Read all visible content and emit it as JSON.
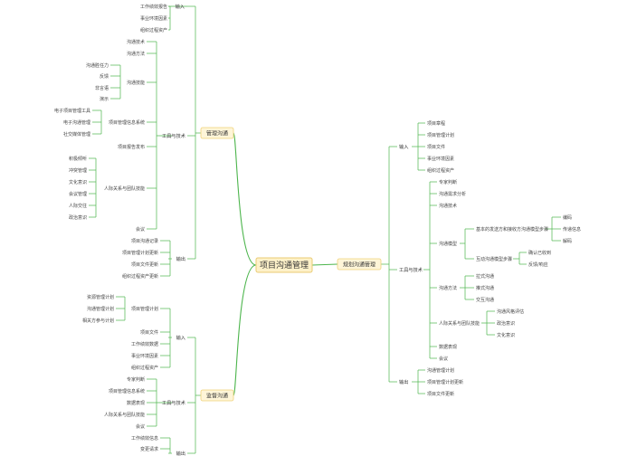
{
  "root": "项目沟通管理",
  "branches": {
    "plan": {
      "label": "规划沟通管理",
      "input": {
        "label": "输入",
        "items": [
          "项目章程",
          "项目管理计划",
          "项目文件",
          "事业环境因素",
          "组织过程资产"
        ]
      },
      "tools": {
        "label": "工具与技术",
        "items": [
          "专家判断",
          "沟通需求分析",
          "沟通技术"
        ],
        "model": {
          "label": "沟通模型",
          "basic": {
            "label": "基本的发送方和接收方沟通模型步骤",
            "items": [
              "编码",
              "传递信息",
              "解码"
            ]
          },
          "interactive": {
            "label": "互动沟通模型步骤",
            "items": [
              "确认已收到",
              "反馈/响应"
            ]
          }
        },
        "method": {
          "label": "沟通方法",
          "items": [
            "拉式沟通",
            "推式沟通",
            "交互沟通"
          ]
        },
        "skills": {
          "label": "人际关系与团队技能",
          "items": [
            "沟通风格评估",
            "政治意识",
            "文化意识"
          ]
        },
        "tail": [
          "数据表现",
          "会议"
        ]
      },
      "output": {
        "label": "输出",
        "items": [
          "沟通管理计划",
          "项目管理计划更新",
          "项目文件更新"
        ]
      }
    },
    "manage": {
      "label": "管理沟通",
      "input": {
        "label": "输入",
        "items": [
          "工作绩效报告",
          "事业环境因素",
          "组织过程资产"
        ]
      },
      "tools": {
        "label": "工具与技术",
        "head": [
          "沟通技术",
          "沟通方法"
        ],
        "skills1": {
          "label": "沟通技能",
          "items": [
            "沟通胜任力",
            "反馈",
            "非言语",
            "演示"
          ]
        },
        "pmis": {
          "label": "项目管理信息系统",
          "items": [
            "电子项目管理工具",
            "电子沟通管理",
            "社交媒体管理"
          ]
        },
        "report": "项目报告发布",
        "skills2": {
          "label": "人际关系与团队技能",
          "items": [
            "积极倾听",
            "冲突管理",
            "文化意识",
            "会议管理",
            "人际交往",
            "政治意识"
          ]
        },
        "tail": "会议"
      },
      "output": {
        "label": "输出",
        "items": [
          "项目沟通记录",
          "项目管理计划更新",
          "项目文件更新",
          "组织过程资产更新"
        ]
      }
    },
    "monitor": {
      "label": "监督沟通",
      "input": {
        "label": "输入",
        "pmp": {
          "label": "项目管理计划",
          "items": [
            "资源管理计划",
            "沟通管理计划",
            "相关方参与计划"
          ]
        },
        "items": [
          "项目文件",
          "工作绩效数据",
          "事业环境因素",
          "组织过程资产"
        ]
      },
      "tools": {
        "label": "工具与技术",
        "items": [
          "专家判断",
          "项目管理信息系统",
          "数据表现",
          "人际关系与团队技能",
          "会议"
        ]
      },
      "output": {
        "label": "输出",
        "items": [
          "工作绩效信息",
          "变更请求"
        ]
      }
    }
  }
}
